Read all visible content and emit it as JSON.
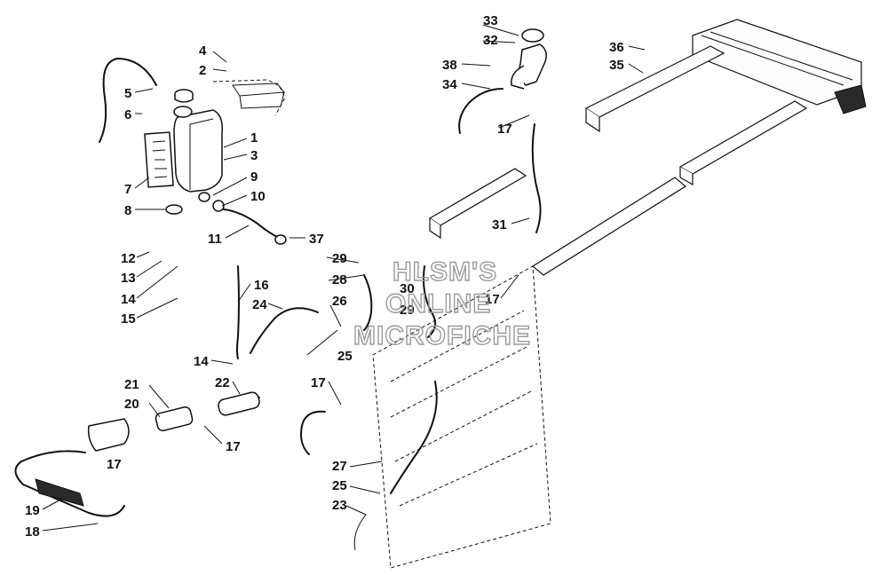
{
  "diagram": {
    "labels": {
      "l1": "1",
      "l2": "2",
      "l3": "3",
      "l4": "4",
      "l5": "5",
      "l6": "6",
      "l7": "7",
      "l8": "8",
      "l9": "9",
      "l10": "10",
      "l11": "11",
      "l12": "12",
      "l13": "13",
      "l14a": "14",
      "l14b": "14",
      "l15": "15",
      "l16": "16",
      "l17a": "17",
      "l17b": "17",
      "l17c": "17",
      "l17d": "17",
      "l17e": "17",
      "l18": "18",
      "l19": "19",
      "l20": "20",
      "l21": "21",
      "l22": "22",
      "l23": "23",
      "l24": "24",
      "l25a": "25",
      "l25b": "25",
      "l26": "26",
      "l27": "27",
      "l28": "28",
      "l29a": "29",
      "l29b": "29",
      "l30": "30",
      "l31": "31",
      "l32": "32",
      "l33": "33",
      "l34": "34",
      "l35": "35",
      "l36": "36",
      "l37": "37",
      "l38": "38"
    },
    "watermark": {
      "line1": "HLSM'S",
      "line2": "ONLINE",
      "line3": "MICROFICHE"
    }
  }
}
